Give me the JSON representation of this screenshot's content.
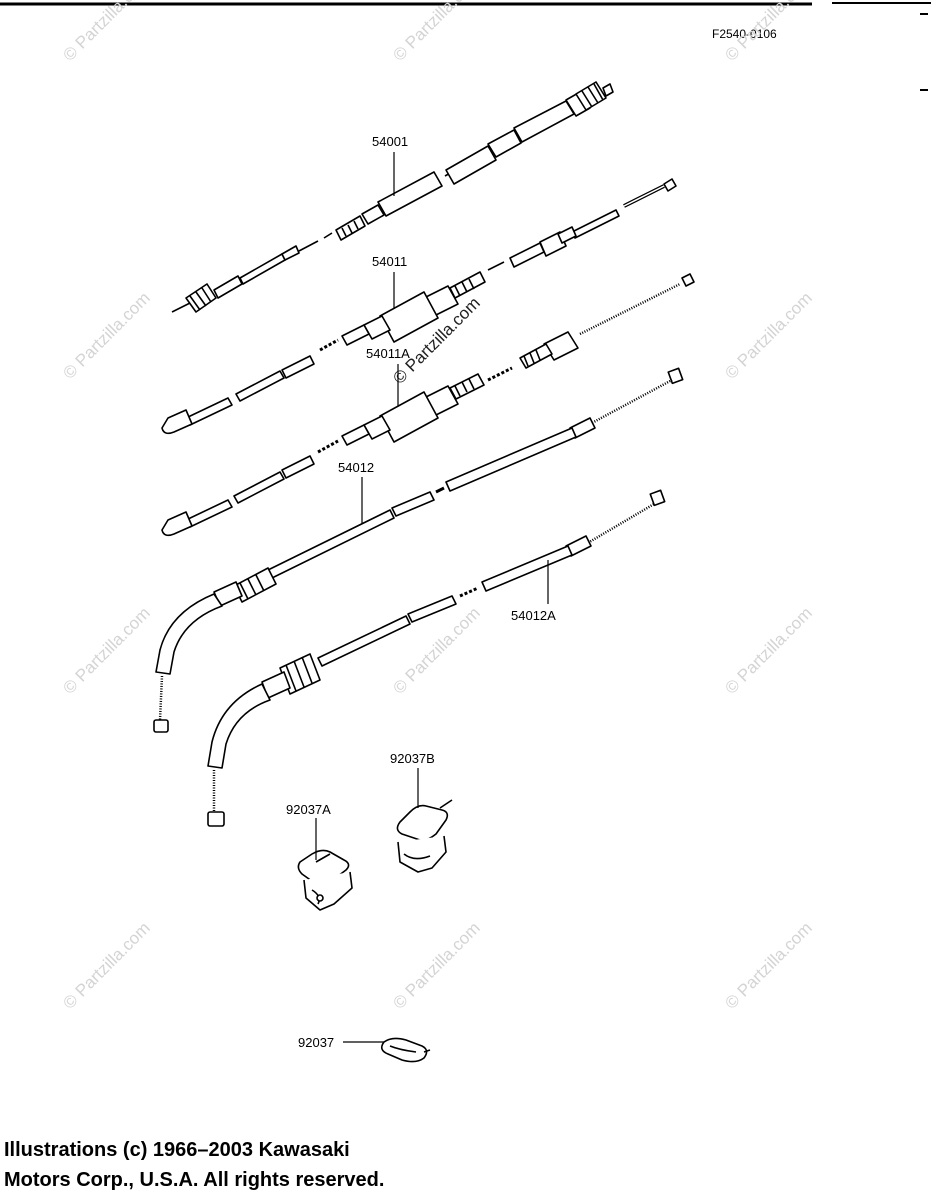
{
  "figure_code": "F2540-0106",
  "parts": [
    {
      "id": "p54001",
      "number": "54001"
    },
    {
      "id": "p54011",
      "number": "54011"
    },
    {
      "id": "p54011A",
      "number": "54011A"
    },
    {
      "id": "p54012",
      "number": "54012"
    },
    {
      "id": "p54012A",
      "number": "54012A"
    },
    {
      "id": "p92037A",
      "number": "92037A"
    },
    {
      "id": "p92037B",
      "number": "92037B"
    },
    {
      "id": "p92037",
      "number": "92037"
    }
  ],
  "watermark": "© Partzilla.com",
  "copyright": {
    "line1": "Illustrations (c) 1966–2003 Kawasaki",
    "line2": "Motors Corp., U.S.A.  All rights reserved."
  }
}
